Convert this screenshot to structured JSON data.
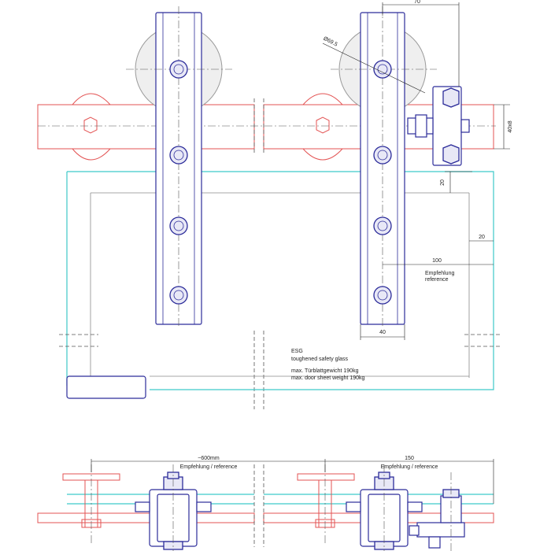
{
  "dimensions": {
    "width_top": "70",
    "wheel_diameter": "Ø69.5",
    "rail_section": "40x8",
    "gap_vertical": "20",
    "offset_right": "20",
    "recommendation_distance": "100",
    "recommendation_label_de": "Empfehlung",
    "recommendation_label_en": "reference",
    "hanger_width": "40",
    "bottom_left_distance": "~600mm",
    "bottom_left_label": "Empfehlung / reference",
    "bottom_right_distance": "150",
    "bottom_right_label": "Empfehlung / reference"
  },
  "notes": {
    "glass_type": "ESG",
    "glass_type_en": "toughened safety glass",
    "max_weight_de": "max. Türblattgewicht 190kg",
    "max_weight_en": "max. door sheet weight 190kg"
  },
  "colors": {
    "rail": "#e35353",
    "hanger": "#2c2c9a",
    "glass": "#3ec9c9",
    "wheel": "#9a9a9a"
  }
}
